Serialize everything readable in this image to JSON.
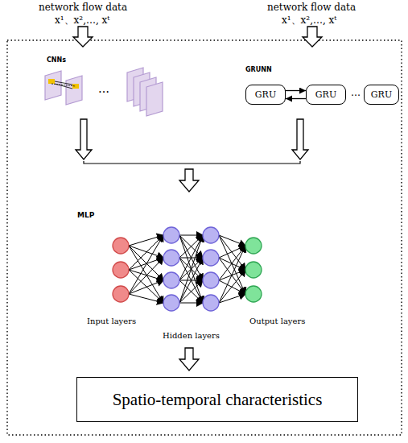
{
  "diagram": {
    "nodes": [
      {
        "text": [
          "GRU"
        ]
      },
      {
        "text": [
          "GRU"
        ]
      },
      {
        "text": [
          "GRU"
        ]
      },
      {
        "text": [
          "Spatio-temporal characteristics"
        ]
      }
    ],
    "edges": [
      {
        "from": 0,
        "to": 1,
        "arrow": "to"
      },
      {
        "from": 1,
        "to": 0,
        "arrow": "to"
      }
    ],
    "labels": [
      "network flow data",
      "x¹、x²,…, xᵗ",
      "network flow data",
      "x¹、x²,…, xᵗ",
      "CNNs",
      "…",
      "GRUNN",
      "…",
      "MLP",
      "Input layers",
      "Hidden layers",
      "Output layers"
    ]
  }
}
